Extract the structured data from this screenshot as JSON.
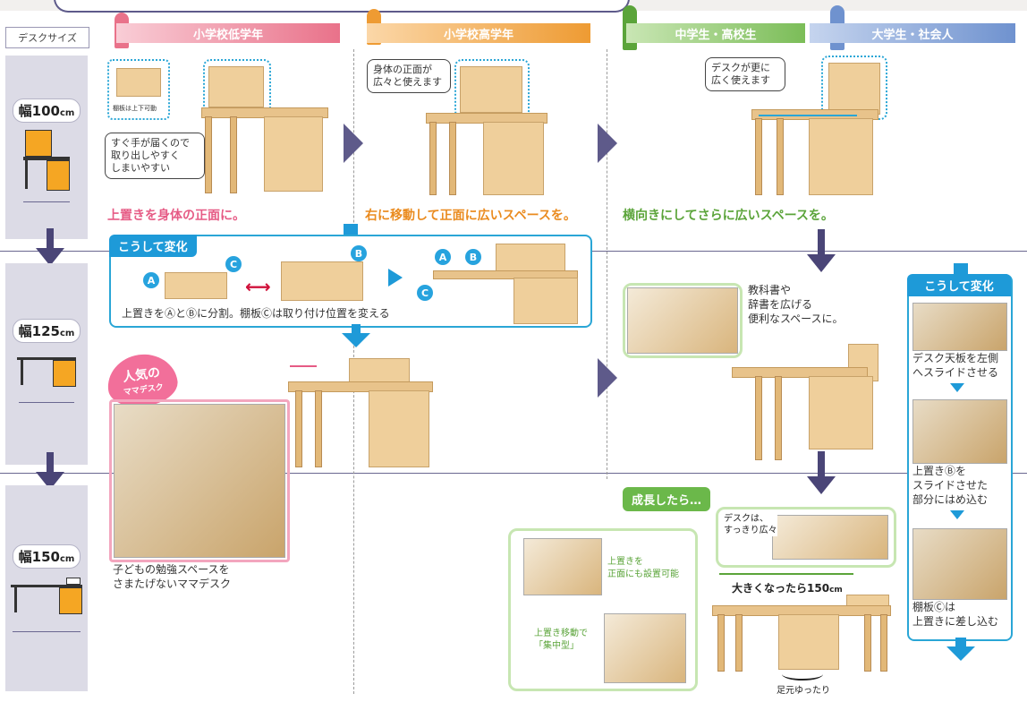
{
  "size_column": {
    "label": "デスクサイズ",
    "w100": "幅100",
    "w125": "幅125",
    "w150": "幅150",
    "unit": "cm"
  },
  "stages": {
    "low": "小学校低学年",
    "high": "小学校高学年",
    "mid": "中学生・高校生",
    "adult": "大学生・社会人"
  },
  "row1": {
    "shelf_note": "棚板は上下可動",
    "bubble_low": [
      "すぐ手が届くので",
      "取り出しやすく",
      "しまいやすい"
    ],
    "bubble_high": [
      "身体の正面が",
      "広々と使えます"
    ],
    "bubble_adult": [
      "デスクが更に",
      "広く使えます"
    ],
    "caption_low": "上置きを身体の正面に。",
    "caption_high": "右に移動して正面に広いスペースを。",
    "caption_mid": "横向きにしてさらに広いスペースを。"
  },
  "change_panel": {
    "title": "こうして変化",
    "desc": "上置きをⒶとⒷに分割。棚板Ⓒは取り付け位置を変える",
    "labels": [
      "A",
      "B",
      "C"
    ]
  },
  "row2": {
    "popular_badge": [
      "人気の",
      "ママデスク"
    ],
    "photo_caption": [
      "子どもの勉強スペースを",
      "さまたげないママデスク"
    ],
    "textbook_note": [
      "教科書や",
      "辞書を広げる",
      "便利なスペースに。"
    ]
  },
  "right_panel": {
    "title": "こうして変化",
    "step1": [
      "デスク天板を左側",
      "へスライドさせる"
    ],
    "step2": [
      "上置きⒷを",
      "スライドさせた",
      "部分にはめ込む"
    ],
    "step3": [
      "棚板Ⓒは",
      "上置きに差し込む"
    ]
  },
  "row3": {
    "grow_tag": "成長したら…",
    "wide_note": [
      "デスクは、",
      "すっきり広々"
    ],
    "front_note": [
      "上置きを",
      "正面にも設置可能"
    ],
    "center_note": [
      "上置き移動で",
      "「集中型」"
    ],
    "width_note": "大きくなったら150",
    "width_unit": "cm",
    "foot_note": "足元ゆったり"
  }
}
